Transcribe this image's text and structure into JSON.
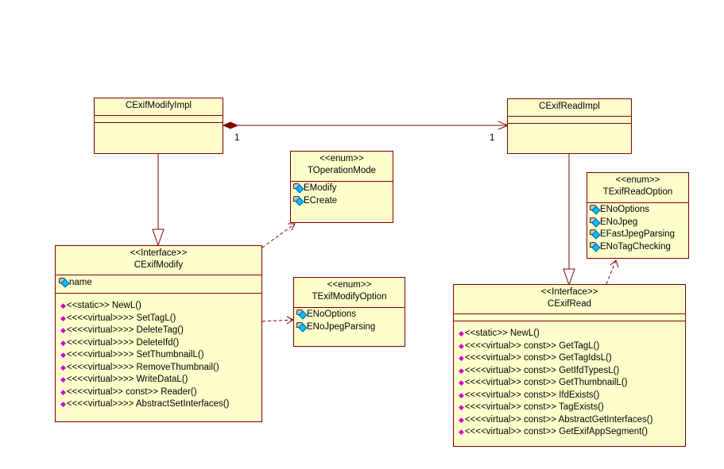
{
  "diagram": {
    "cexifmodifyimpl": {
      "name": "CExifModifyImpl"
    },
    "cexifreadimpl": {
      "name": "CExifReadImpl"
    },
    "association": {
      "source_multiplicity": "1",
      "target_multiplicity": "1"
    },
    "toperationmode": {
      "stereotype": "<<enum>>",
      "name": "TOperationMode",
      "attributes": [
        "EModify",
        "ECreate"
      ]
    },
    "texifreadoption": {
      "stereotype": "<<enum>>",
      "name": "TExifReadOption",
      "attributes": [
        "ENoOptions",
        "ENoJpeg",
        "EFastJpegParsing",
        "ENoTagChecking"
      ]
    },
    "texifmodifyoption": {
      "stereotype": "<<enum>>",
      "name": "TExifModifyOption",
      "attributes": [
        "ENoOptions",
        "ENoJpegParsing"
      ]
    },
    "cexifmodify": {
      "stereotype": "<<Interface>>",
      "name": "CExifModify",
      "attributes": [
        "name"
      ],
      "operations": [
        "<<static>> NewL()",
        "<<<<virtual>>>> SetTagL()",
        "<<<<virtual>>>> DeleteTag()",
        "<<<<virtual>>>> DeleteIfd()",
        "<<<<virtual>>>> SetThumbnailL()",
        "<<<<virtual>>>> RemoveThumbnail()",
        "<<<<virtual>>>> WriteDataL()",
        "<<<<virtual>> const>> Reader()",
        "<<<<virtual>>>> AbstractSetInterfaces()"
      ]
    },
    "cexifread": {
      "stereotype": "<<Interface>>",
      "name": "CExifRead",
      "operations": [
        "<<static>> NewL()",
        "<<<<virtual>> const>> GetTagL()",
        "<<<<virtual>> const>> GetTagIdsL()",
        "<<<<virtual>> const>> GetIfdTypesL()",
        "<<<<virtual>> const>> GetThumbnailL()",
        "<<<<virtual>> const>> IfdExists()",
        "<<<<virtual>> const>> TagExists()",
        "<<<<virtual>> const>> AbstractGetInterfaces()",
        "<<<<virtual>> const>> GetExifAppSegment()"
      ]
    }
  },
  "icons": {
    "attribute": "field-lock-icon",
    "operation": "method-diamond-icon"
  },
  "colors": {
    "box_fill": "#ffffcc",
    "line": "#800000",
    "operation_marker": "#cc00cc"
  }
}
